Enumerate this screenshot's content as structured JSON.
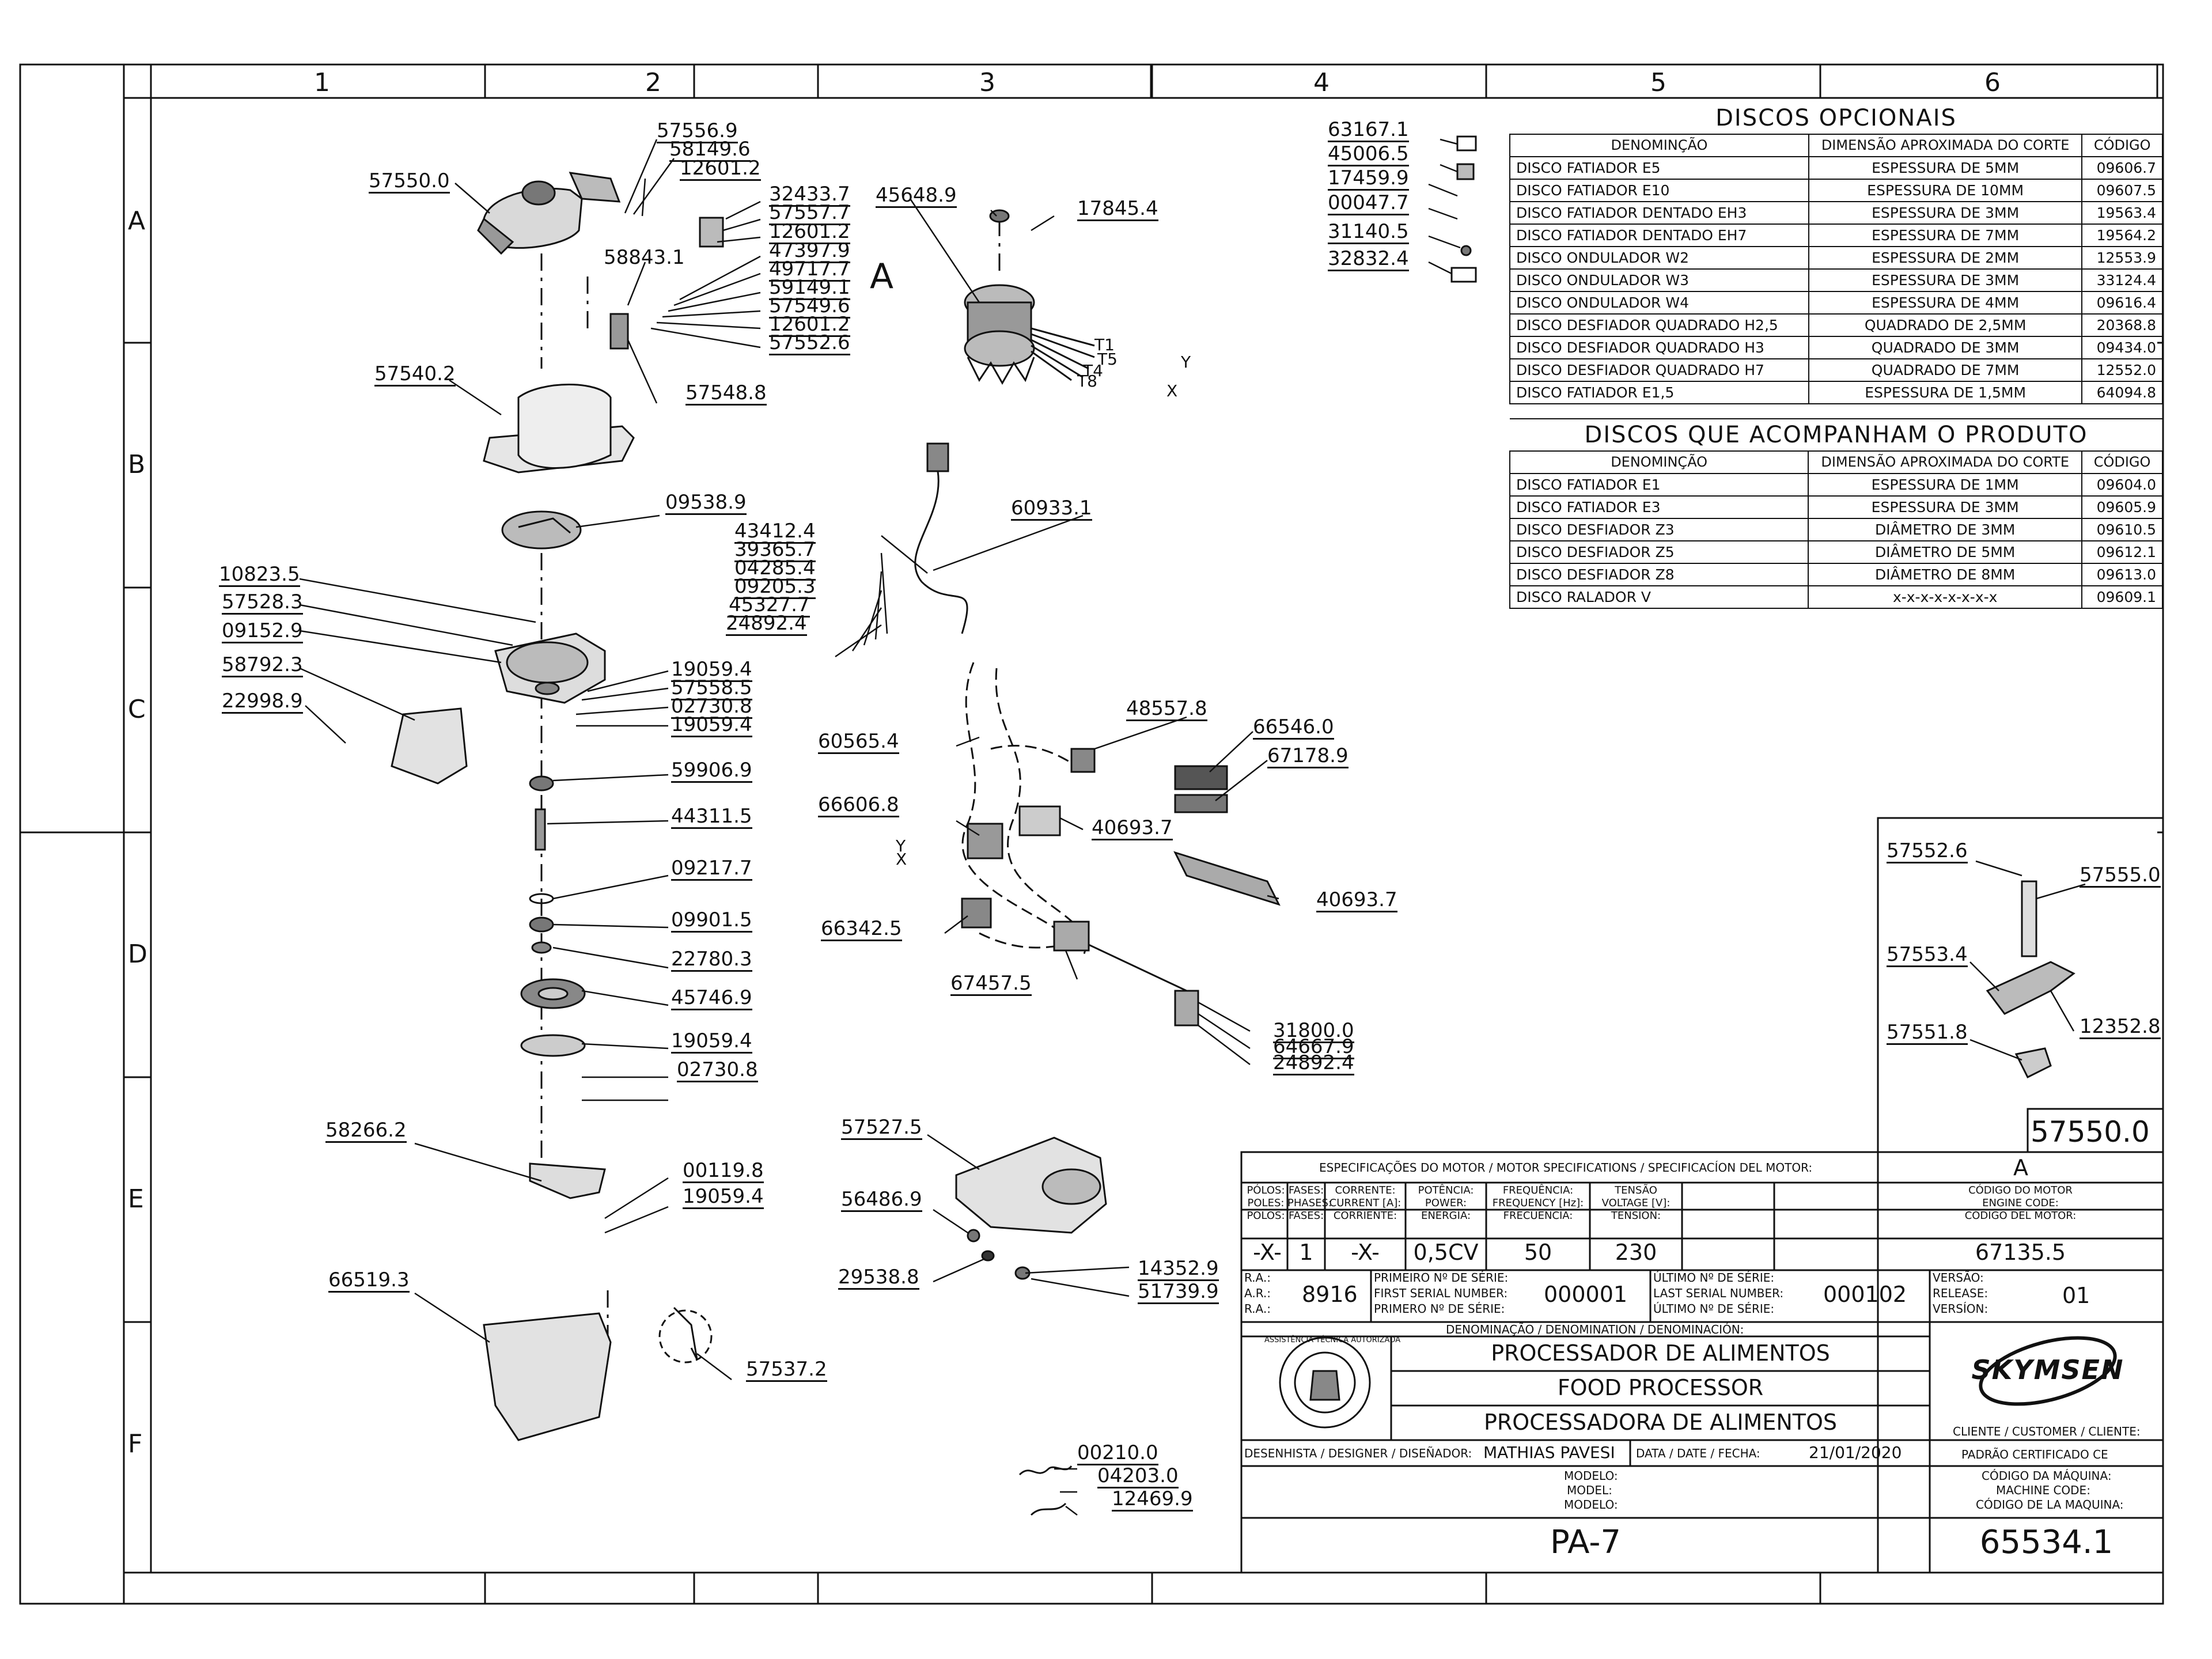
{
  "grid": {
    "columns": [
      "1",
      "2",
      "3",
      "4",
      "5",
      "6"
    ],
    "rows": [
      "A",
      "B",
      "C",
      "D",
      "E",
      "F"
    ]
  },
  "part_labels": {
    "p57556_9": "57556.9",
    "p58149_6": "58149.6",
    "p12601_2a": "12601.2",
    "p57550_0": "57550.0",
    "p32433_7": "32433.7",
    "p57557_7": "57557.7",
    "p12601_2b": "12601.2",
    "p58843_1": "58843.1",
    "p47397_9": "47397.9",
    "p49717_7": "49717.7",
    "p59149_1": "59149.1",
    "p57549_6": "57549.6",
    "p12601_2c": "12601.2",
    "p57552_6a": "57552.6",
    "p57548_8": "57548.8",
    "p57540_2": "57540.2",
    "p09538_9": "09538.9",
    "p10823_5": "10823.5",
    "p57528_3": "57528.3",
    "p09152_9": "09152.9",
    "p58792_3": "58792.3",
    "p22998_9": "22998.9",
    "p19059_4a": "19059.4",
    "p57558_5": "57558.5",
    "p02730_8a": "02730.8",
    "p19059_4b": "19059.4",
    "p59906_9": "59906.9",
    "p44311_5": "44311.5",
    "p09217_7": "09217.7",
    "p09901_5": "09901.5",
    "p22780_3": "22780.3",
    "p45746_9": "45746.9",
    "p19059_4c": "19059.4",
    "p02730_8b": "02730.8",
    "p58266_2": "58266.2",
    "p00119_8": "00119.8",
    "p19059_4d": "19059.4",
    "p66519_3": "66519.3",
    "p57537_2": "57537.2",
    "p45648_9": "45648.9",
    "p17845_4": "17845.4",
    "motor_callout": "A",
    "p43412_4": "43412.4",
    "p39365_7": "39365.7",
    "p04285_4": "04285.4",
    "p09205_3": "09205.3",
    "p45327_7": "45327.7",
    "p24892_4a": "24892.4",
    "p60933_1": "60933.1",
    "p60565_4": "60565.4",
    "p48557_8": "48557.8",
    "p66546_0": "66546.0",
    "p67178_9": "67178.9",
    "p66606_8": "66606.8",
    "p40693_7a": "40693.7",
    "p40693_7b": "40693.7",
    "p66342_5": "66342.5",
    "p67457_5": "67457.5",
    "p31800_0": "31800.0",
    "p64667_9": "64667.9",
    "p24892_4b": "24892.4",
    "p57527_5": "57527.5",
    "p56486_9": "56486.9",
    "p29538_8": "29538.8",
    "p14352_9": "14352.9",
    "p51739_9": "51739.9",
    "p00210_0": "00210.0",
    "p04203_0": "04203.0",
    "p12469_9": "12469.9",
    "p63167_1": "63167.1",
    "p45006_5": "45006.5",
    "p17459_9": "17459.9",
    "p00047_7": "00047.7",
    "p31140_5": "31140.5",
    "p32832_4": "32832.4",
    "wire_t1": "T1",
    "wire_t5": "T5",
    "wire_t4": "T4",
    "wire_t8": "T8",
    "wire_y": "Y",
    "wire_x": "X",
    "wire_y2": "Y",
    "wire_x2": "X"
  },
  "detail_a": {
    "labels": [
      "57552.6",
      "57555.0",
      "57553.4",
      "12352.8",
      "57551.8"
    ],
    "assembly_code": "57550.0",
    "view_letter": "A"
  },
  "optional_discs": {
    "title": "DISCOS  OPCIONAIS",
    "headers": [
      "DENOMINÇÃO",
      "DIMENSÃO APROXIMADA DO CORTE",
      "CÓDIGO"
    ],
    "rows": [
      [
        "DISCO  FATIADOR  E5",
        "ESPESSURA  DE  5MM",
        "09606.7"
      ],
      [
        "DISCO  FATIADOR  E10",
        "ESPESSURA  DE  10MM",
        "09607.5"
      ],
      [
        "DISCO  FATIADOR  DENTADO  EH3",
        "ESPESSURA  DE  3MM",
        "19563.4"
      ],
      [
        "DISCO  FATIADOR  DENTADO  EH7",
        "ESPESSURA  DE  7MM",
        "19564.2"
      ],
      [
        "DISCO  ONDULADOR  W2",
        "ESPESSURA  DE  2MM",
        "12553.9"
      ],
      [
        "DISCO  ONDULADOR  W3",
        "ESPESSURA  DE  3MM",
        "33124.4"
      ],
      [
        "DISCO  ONDULADOR  W4",
        "ESPESSURA  DE  4MM",
        "09616.4"
      ],
      [
        "DISCO  DESFIADOR  QUADRADO  H2,5",
        "QUADRADO  DE  2,5MM",
        "20368.8"
      ],
      [
        "DISCO  DESFIADOR  QUADRADO  H3",
        "QUADRADO  DE  3MM",
        "09434.0"
      ],
      [
        "DISCO  DESFIADOR  QUADRADO  H7",
        "QUADRADO  DE  7MM",
        "12552.0"
      ],
      [
        "DISCO  FATIADOR  E1,5",
        "ESPESSURA  DE  1,5MM",
        "64094.8"
      ]
    ]
  },
  "included_discs": {
    "title": "DISCOS  QUE  ACOMPANHAM  O  PRODUTO",
    "headers": [
      "DENOMINÇÃO",
      "DIMENSÃO APROXIMADA DO CORTE",
      "CÓDIGO"
    ],
    "rows": [
      [
        "DISCO  FATIADOR  E1",
        "ESPESSURA  DE  1MM",
        "09604.0"
      ],
      [
        "DISCO  FATIADOR  E3",
        "ESPESSURA  DE  3MM",
        "09605.9"
      ],
      [
        "DISCO  DESFIADOR  Z3",
        "DIÂMETRO  DE  3MM",
        "09610.5"
      ],
      [
        "DISCO  DESFIADOR  Z5",
        "DIÂMETRO  DE  5MM",
        "09612.1"
      ],
      [
        "DISCO  DESFIADOR  Z8",
        "DIÂMETRO  DE  8MM",
        "09613.0"
      ],
      [
        "DISCO  RALADOR  V",
        "x-x-x-x-x-x-x-x",
        "09609.1"
      ]
    ]
  },
  "title_block": {
    "motor_spec_header": "ESPECIFICAÇÕES DO MOTOR / MOTOR SPECIFICATIONS / SPECIFICACÍON DEL MOTOR:",
    "view_letter": "A",
    "col_heads": [
      [
        "PÓLOS:",
        "POLES:",
        "POLOS:"
      ],
      [
        "FASES:",
        "PHASES:",
        "FASES:"
      ],
      [
        "CORRENTE:",
        "CURRENT [A]:",
        "CORRIENTE:"
      ],
      [
        "POTÊNCIA:",
        "POWER:",
        "ENERGÍA:"
      ],
      [
        "FREQUÊNCIA:",
        "FREQUENCY [Hz]:",
        "FRECUENCIA:"
      ],
      [
        "TENSÃO",
        "VOLTAGE [V]:",
        "TENSÍON:"
      ],
      [
        "CÓDIGO DO MOTOR",
        "ENGINE CODE:",
        "CÓDIGO DEL MOTOR:"
      ]
    ],
    "values": [
      "-X-",
      "1",
      "-X-",
      "0,5CV",
      "50",
      "230",
      "67135.5"
    ],
    "ra_labels": [
      "R.A.:",
      "A.R.:",
      "R.A.:"
    ],
    "ra_value": "8916",
    "first_serial_labels": [
      "PRIMEIRO Nº DE SÉRIE:",
      "FIRST SERIAL NUMBER:",
      "PRIMERO Nº DE SÉRIE:"
    ],
    "first_serial": "000001",
    "last_serial_labels": [
      "ÚLTIMO Nº DE SÉRIE:",
      "LAST SERIAL NUMBER:",
      "ÚLTIMO Nº DE SÉRIE:"
    ],
    "last_serial": "000102",
    "version_labels": [
      "VERSÃO:",
      "RELEASE:",
      "VERSÍON:"
    ],
    "version": "01",
    "denomination_header": "DENOMINAÇÃO / DENOMINATION / DENOMINACIÓN:",
    "names": [
      "PROCESSADOR  DE  ALIMENTOS",
      "FOOD  PROCESSOR",
      "PROCESSADORA  DE  ALIMENTOS"
    ],
    "brand": "SKYMSEN",
    "seal_text": "ASSISTÊNCIA TÉCNICA AUTORIZADA",
    "client_label": "CLIENTE / CUSTOMER / CLIENTE:",
    "client_value": "PADRÃO CERTIFICADO CE",
    "designer_label": "DESENHISTA / DESIGNER / DISEÑADOR:",
    "designer": "MATHIAS PAVESI",
    "date_label": "DATA / DATE / FECHA:",
    "date": "21/01/2020",
    "model_labels": [
      "MODELO:",
      "MODEL:",
      "MODELO:"
    ],
    "machine_code_labels": [
      "CÓDIGO DA MÁQUINA:",
      "MACHINE CODE:",
      "CÓDIGO DE LA MAQUINA:"
    ],
    "model": "PA-7",
    "machine_code": "65534.1"
  },
  "colors": {
    "ink": "#111111",
    "paper": "#ffffff",
    "part_fill": "#cfcfcf",
    "part_dark": "#555555"
  }
}
